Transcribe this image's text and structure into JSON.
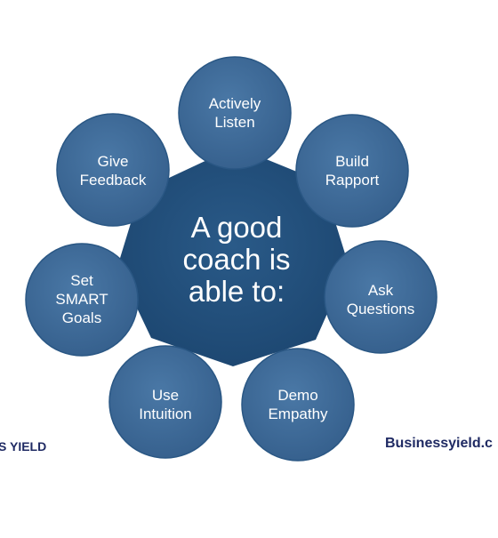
{
  "diagram": {
    "center": {
      "lines": [
        "A good",
        "coach is",
        "able to:"
      ]
    },
    "petals": [
      {
        "id": "actively-listen",
        "lines": [
          "Actively",
          "Listen"
        ]
      },
      {
        "id": "build-rapport",
        "lines": [
          "Build",
          "Rapport"
        ]
      },
      {
        "id": "ask-questions",
        "lines": [
          "Ask",
          "Questions"
        ]
      },
      {
        "id": "demo-empathy",
        "lines": [
          "Demo",
          "Empathy"
        ]
      },
      {
        "id": "use-intuition",
        "lines": [
          "Use",
          "Intuition"
        ]
      },
      {
        "id": "set-smart-goals",
        "lines": [
          "Set",
          "SMART",
          "Goals"
        ]
      },
      {
        "id": "give-feedback",
        "lines": [
          "Give",
          "Feedback"
        ]
      }
    ]
  },
  "watermarks": {
    "left": "S YIELD",
    "right": "Businessyield.c"
  },
  "colors": {
    "center_fill": "#1f4e7a",
    "petal_fill": "#3e6c9b",
    "petal_border": "#2a5784",
    "text": "#ffffff",
    "watermark": "#1f2a63"
  }
}
